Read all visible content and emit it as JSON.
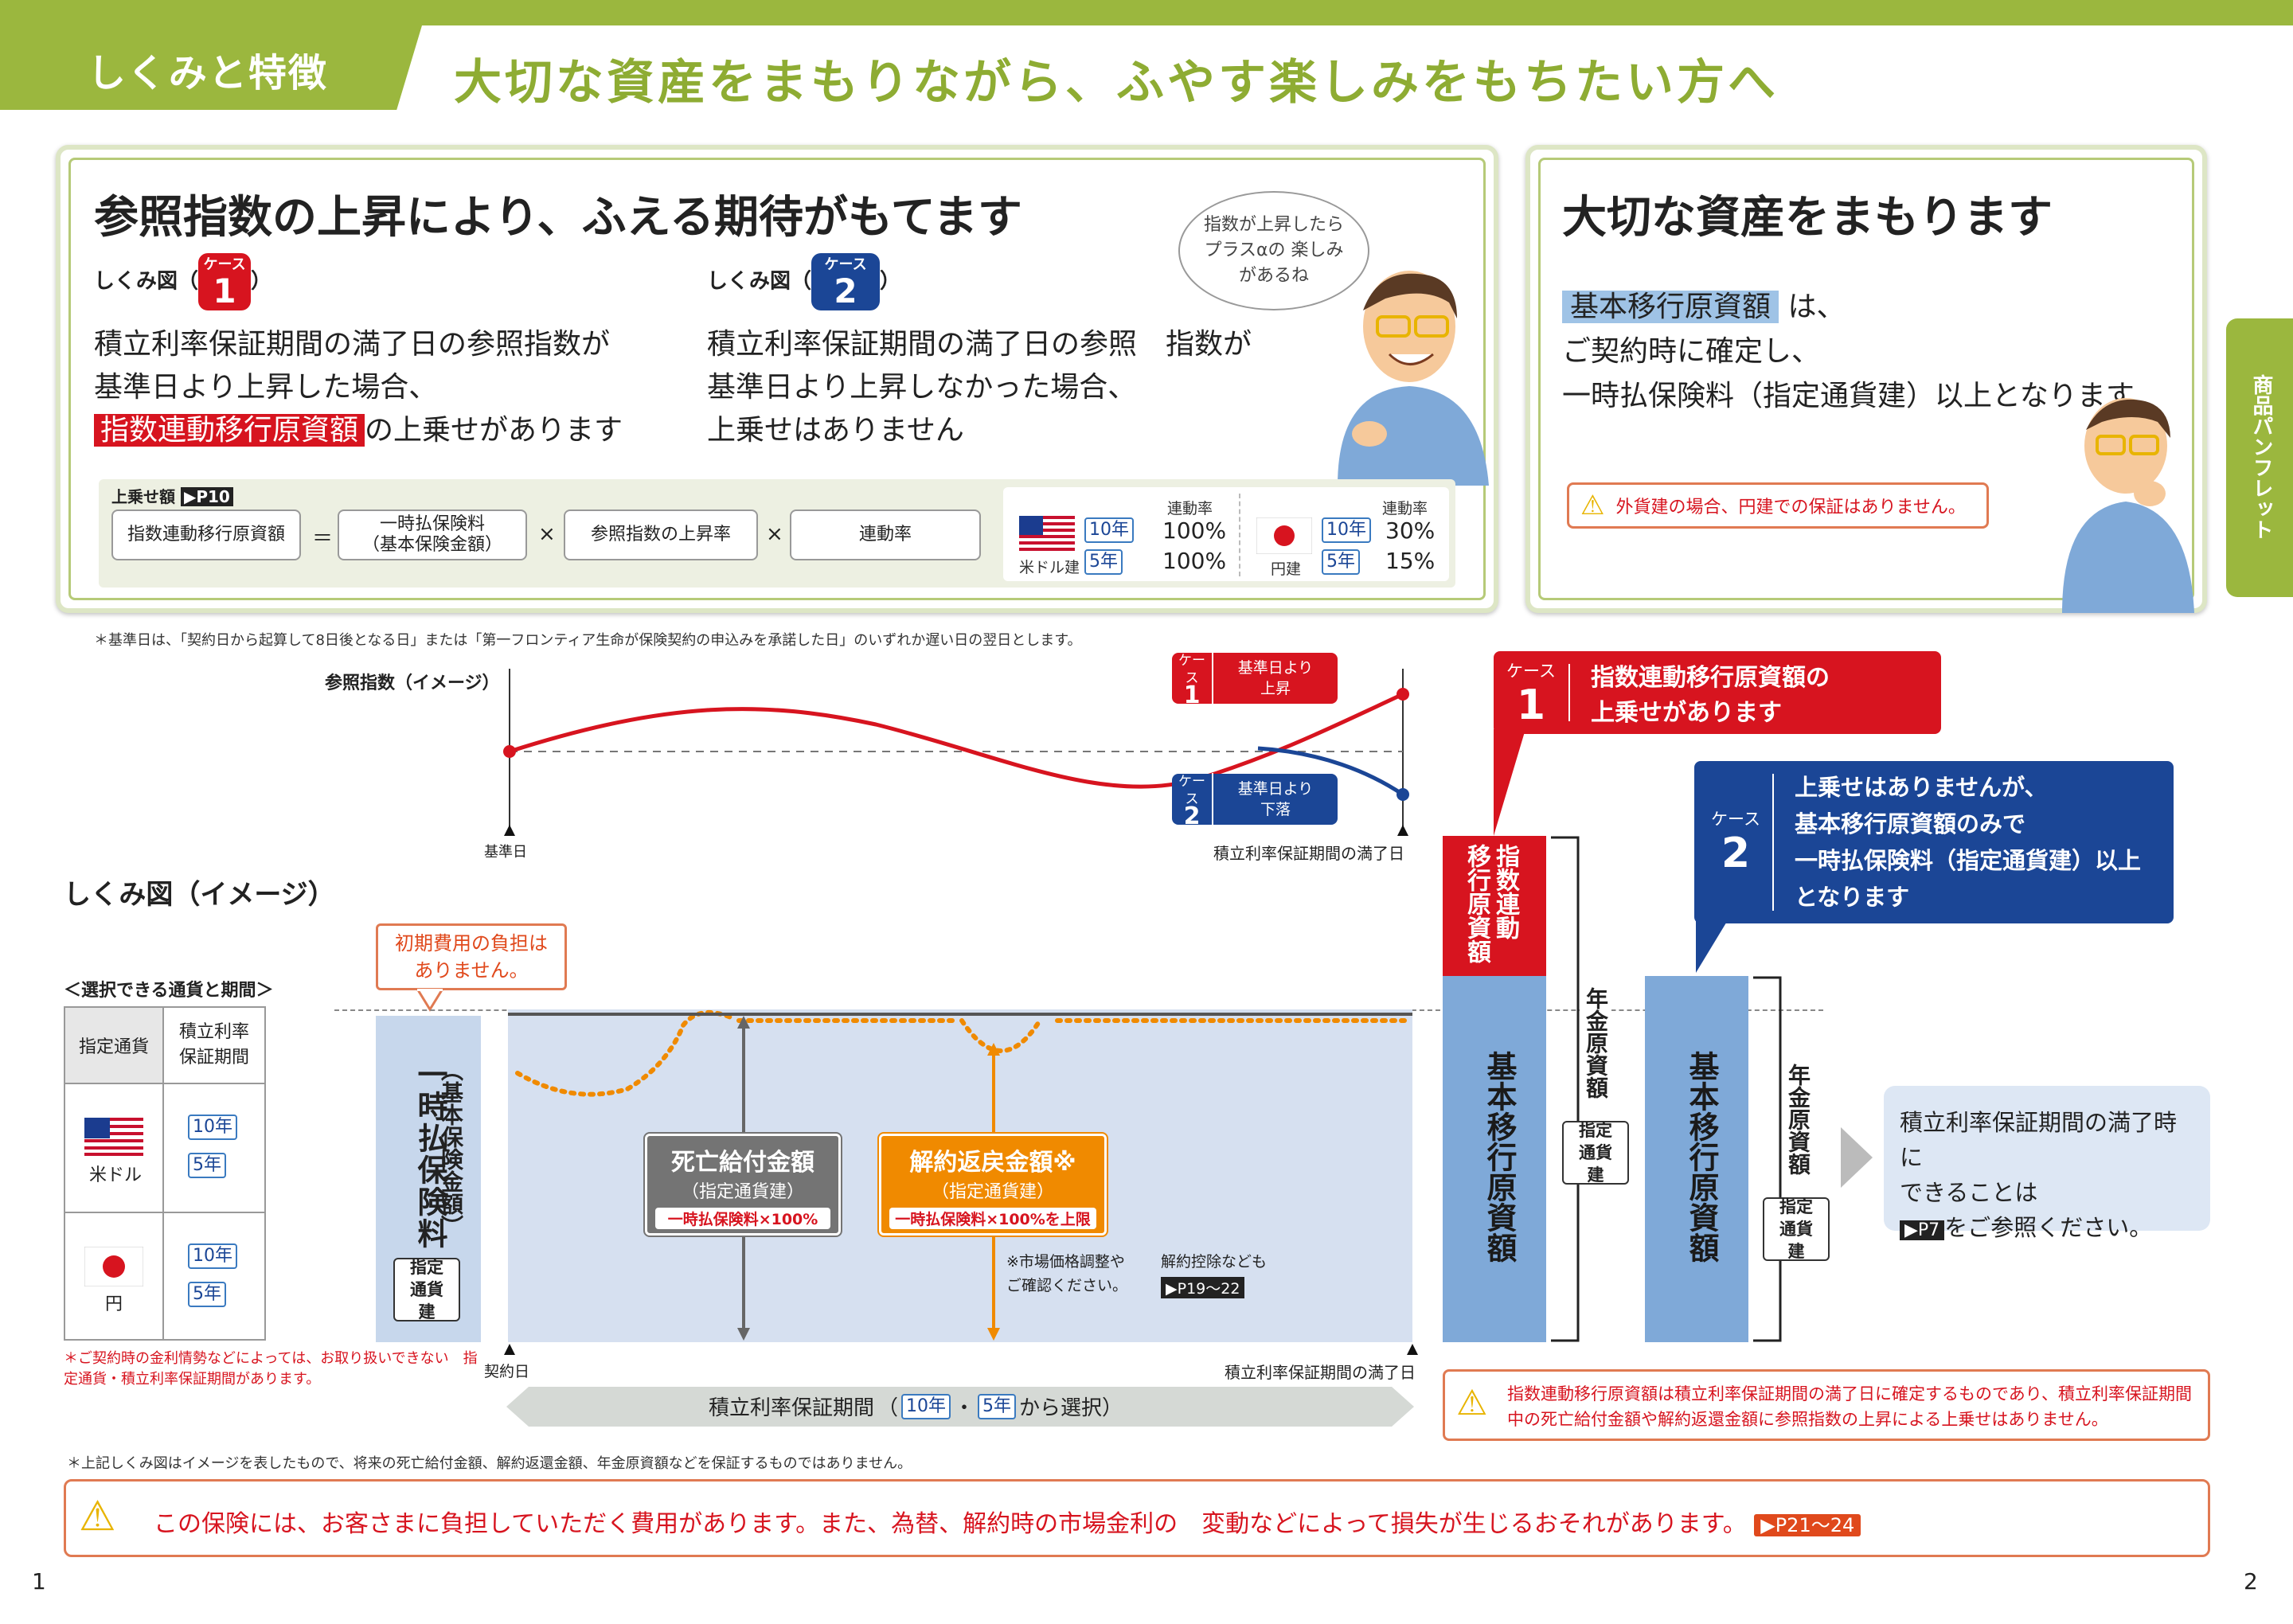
{
  "header": {
    "tab": "しくみと特徴",
    "headline": "大切な資産をまもりながら、ふやす楽しみをもちたい方へ"
  },
  "left_panel": {
    "title": "参照指数の上昇により、ふえる期待がもてます",
    "case1": {
      "label": "しくみ図（",
      "close": "）",
      "badge_k": "ケース",
      "badge_n": "1",
      "line1": "積立利率保証期間の満了日の参照指数が",
      "line2": "基準日より上昇した場合、",
      "hl": "指数連動移行原資額",
      "line3": "の上乗せがあります"
    },
    "case2": {
      "label": "しくみ図（",
      "close": "）",
      "badge_k": "ケース",
      "badge_n": "2",
      "line1": "積立利率保証期間の満了日の参照　指数が",
      "line2": "基準日より上昇しなかった場合、",
      "line3": "上乗せはありません"
    },
    "bubble": "指数が上昇したら プラスαの 楽しみがあるね",
    "formula": {
      "label": "上乗せ額",
      "ref": "▶P10",
      "b1": "指数連動移行原資額",
      "eq": "＝",
      "b2a": "一時払保険料",
      "b2b": "（基本保険金額）",
      "x1": "×",
      "b3": "参照指数の上昇率",
      "x2": "×",
      "b4": "連動率"
    },
    "rates": {
      "head": "連動率",
      "usd": "米ドル建",
      "jpy": "円建",
      "y10": "10年",
      "y5": "5年",
      "usd10": "100%",
      "usd5": "100%",
      "jpy10": "30%",
      "jpy5": "15%"
    }
  },
  "right_panel": {
    "title": "大切な資産をまもります",
    "hl": "基本移行原資額",
    "l1": "は、",
    "l2": "ご契約時に確定し、",
    "l3": "一時払保険料（指定通貨建）以上となります",
    "warn": "外貨建の場合、円建での保証はありません。"
  },
  "side_tab": "商品パンフレット",
  "footnote1": "＊基準日は、「契約日から起算して8日後となる日」または「第一フロンティア生命が保険契約の申込みを承諾した日」のいずれか遅い日の翌日とします。",
  "index_chart": {
    "ylabel": "参照指数（イメージ）",
    "start": "基準日",
    "end": "積立利率保証期間の満了日",
    "c1k": "ケース",
    "c1n": "1",
    "c1t1": "基準日より",
    "c1t2": "上昇",
    "c2k": "ケース",
    "c2n": "2",
    "c2t1": "基準日より",
    "c2t2": "下落"
  },
  "diagram_title": "しくみ図（イメージ）",
  "select_table": {
    "caption": "＜選択できる通貨と期間＞",
    "h1": "指定通貨",
    "h2": "積立利率 保証期間",
    "usd": "米ドル",
    "jpy": "円",
    "y10": "10年",
    "y5": "5年"
  },
  "select_note": "＊ご契約時の金利情勢などによっては、お取り扱いできない　指定通貨・積立利率保証期間があります。",
  "initial_cost": "初期費用の負担は ありません。",
  "premium": {
    "main": "一時払保険料",
    "sub": "（基本保険金額）",
    "tag": "指定 通貨建"
  },
  "death": {
    "t": "死亡給付金額",
    "s": "（指定通貨建）",
    "b": "一時払保険料×100%"
  },
  "surrender": {
    "t": "解約返戻金額※",
    "s": "（指定通貨建）",
    "b": "一時払保険料×100%を上限"
  },
  "mv_note": "※市場価格調整や ご確認ください。",
  "deduct_note": "解約控除なども",
  "deduct_ref": "▶P19〜22",
  "axis": {
    "start": "契約日",
    "end": "積立利率保証期間の満了日",
    "period": "積立利率保証期間",
    "open": "（",
    "y10": "10年",
    "dot": "・",
    "y5": "5年",
    "close": "から選択）"
  },
  "callout1": {
    "k": "ケース",
    "n": "1",
    "t1": "指数連動移行原資額の",
    "t2": "上乗せがあります"
  },
  "callout2": {
    "k": "ケース",
    "n": "2",
    "t1": "上乗せはありませんが、",
    "t2": "基本移行原資額のみで",
    "t3": "一時払保険料（指定通貨建）以上",
    "t4": "となります"
  },
  "bars": {
    "idx": "指数連動 移行原資額",
    "base": "基本移行原資額",
    "pension": "年金原資額",
    "tag": "指定 通貨建"
  },
  "maturity": {
    "l1": "積立利率保証期間の満了時に",
    "l2": "できることは",
    "ref": "▶P7",
    "l3": "をご参照ください。"
  },
  "warn2": "指数連動移行原資額は積立利率保証期間の満了日に確定するものであり、積立利率保証期間中の死亡給付金額や解約返還金額に参照指数の上昇による上乗せはありません。",
  "footnote2": "＊上記しくみ図はイメージを表したもので、将来の死亡給付金額、解約返還金額、年金原資額などを保証するものではありません。",
  "bottom_warn": {
    "text": "この保険には、お客さまに負担していただく費用があります。また、為替、解約時の市場金利の　変動などによって損失が生じるおそれがあります。",
    "ref": "▶P21〜24"
  },
  "page_left": "1",
  "page_right": "2"
}
